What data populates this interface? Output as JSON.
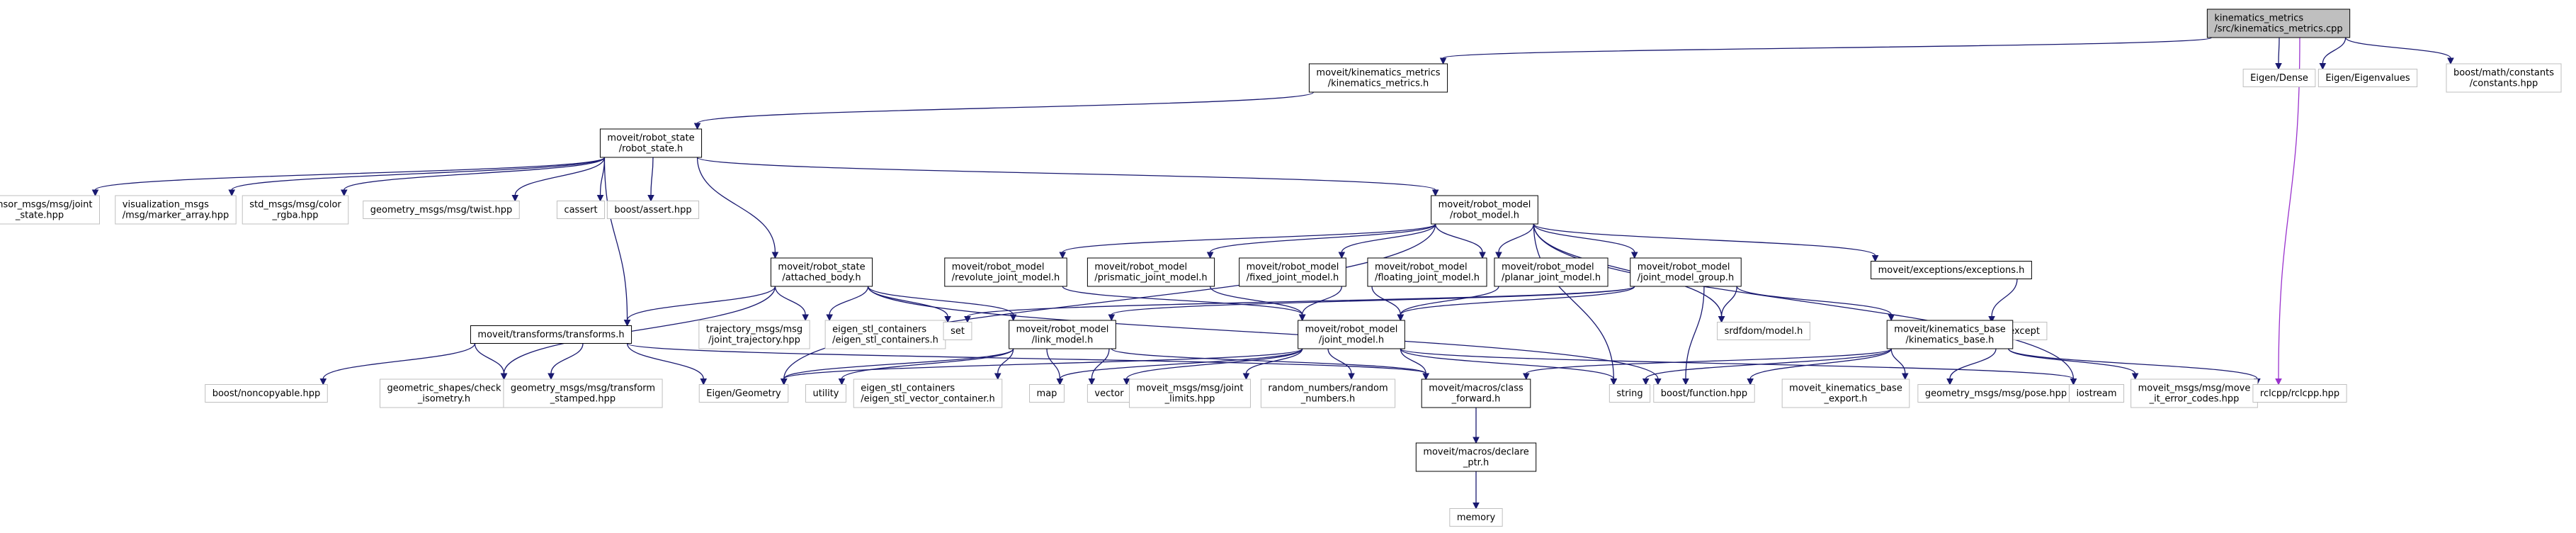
{
  "diagram": {
    "colors": {
      "root_fill": "#bfbfbf",
      "root_stroke": "#000000",
      "documented_stroke": "#000000",
      "external_stroke": "#bfbfbf",
      "node_fill": "#ffffff",
      "text": "#000000",
      "edge": "#191970",
      "edge_to_rclcpp": "#9a32cd"
    },
    "nodes": [
      {
        "id": "root",
        "lines": [
          "kinematics_metrics",
          "/src/kinematics_metrics.cpp"
        ],
        "kind": "root"
      },
      {
        "id": "km_h",
        "lines": [
          "moveit/kinematics_metrics",
          "/kinematics_metrics.h"
        ],
        "kind": "doc"
      },
      {
        "id": "eigen_dense",
        "lines": [
          "Eigen/Dense"
        ],
        "kind": "ext"
      },
      {
        "id": "eigen_eigenvalues",
        "lines": [
          "Eigen/Eigenvalues"
        ],
        "kind": "ext"
      },
      {
        "id": "boost_constants",
        "lines": [
          "boost/math/constants",
          "/constants.hpp"
        ],
        "kind": "ext"
      },
      {
        "id": "robot_state_h",
        "lines": [
          "moveit/robot_state",
          "/robot_state.h"
        ],
        "kind": "doc"
      },
      {
        "id": "sensor_joint_state",
        "lines": [
          "sensor_msgs/msg/joint",
          "_state.hpp"
        ],
        "kind": "ext"
      },
      {
        "id": "vis_marker",
        "lines": [
          "visualization_msgs",
          "/msg/marker_array.hpp"
        ],
        "kind": "ext"
      },
      {
        "id": "std_color",
        "lines": [
          "std_msgs/msg/color",
          "_rgba.hpp"
        ],
        "kind": "ext"
      },
      {
        "id": "geo_twist",
        "lines": [
          "geometry_msgs/msg/twist.hpp"
        ],
        "kind": "ext"
      },
      {
        "id": "cassert",
        "lines": [
          "cassert"
        ],
        "kind": "ext"
      },
      {
        "id": "boost_assert",
        "lines": [
          "boost/assert.hpp"
        ],
        "kind": "ext"
      },
      {
        "id": "robot_model_h",
        "lines": [
          "moveit/robot_model",
          "/robot_model.h"
        ],
        "kind": "doc"
      },
      {
        "id": "attached_body",
        "lines": [
          "moveit/robot_state",
          "/attached_body.h"
        ],
        "kind": "doc"
      },
      {
        "id": "revolute",
        "lines": [
          "moveit/robot_model",
          "/revolute_joint_model.h"
        ],
        "kind": "doc"
      },
      {
        "id": "prismatic",
        "lines": [
          "moveit/robot_model",
          "/prismatic_joint_model.h"
        ],
        "kind": "doc"
      },
      {
        "id": "fixed",
        "lines": [
          "moveit/robot_model",
          "/fixed_joint_model.h"
        ],
        "kind": "doc"
      },
      {
        "id": "floating",
        "lines": [
          "moveit/robot_model",
          "/floating_joint_model.h"
        ],
        "kind": "doc"
      },
      {
        "id": "planar",
        "lines": [
          "moveit/robot_model",
          "/planar_joint_model.h"
        ],
        "kind": "doc"
      },
      {
        "id": "jmg",
        "lines": [
          "moveit/robot_model",
          "/joint_model_group.h"
        ],
        "kind": "doc"
      },
      {
        "id": "exceptions",
        "lines": [
          "moveit/exceptions/exceptions.h"
        ],
        "kind": "doc"
      },
      {
        "id": "stdexcept",
        "lines": [
          "stdexcept"
        ],
        "kind": "ext"
      },
      {
        "id": "transforms",
        "lines": [
          "moveit/transforms/transforms.h"
        ],
        "kind": "doc"
      },
      {
        "id": "traj_msgs",
        "lines": [
          "trajectory_msgs/msg",
          "/joint_trajectory.hpp"
        ],
        "kind": "ext"
      },
      {
        "id": "eigen_stl",
        "lines": [
          "eigen_stl_containers",
          "/eigen_stl_containers.h"
        ],
        "kind": "ext"
      },
      {
        "id": "set",
        "lines": [
          "set"
        ],
        "kind": "ext"
      },
      {
        "id": "link_model",
        "lines": [
          "moveit/robot_model",
          "/link_model.h"
        ],
        "kind": "doc"
      },
      {
        "id": "joint_model",
        "lines": [
          "moveit/robot_model",
          "/joint_model.h"
        ],
        "kind": "doc"
      },
      {
        "id": "srdfdom",
        "lines": [
          "srdfdom/model.h"
        ],
        "kind": "ext"
      },
      {
        "id": "kin_base",
        "lines": [
          "moveit/kinematics_base",
          "/kinematics_base.h"
        ],
        "kind": "doc"
      },
      {
        "id": "boost_noncopyable",
        "lines": [
          "boost/noncopyable.hpp"
        ],
        "kind": "ext"
      },
      {
        "id": "geo_shapes",
        "lines": [
          "geometric_shapes/check",
          "_isometry.h"
        ],
        "kind": "ext"
      },
      {
        "id": "geo_transform",
        "lines": [
          "geometry_msgs/msg/transform",
          "_stamped.hpp"
        ],
        "kind": "ext"
      },
      {
        "id": "eigen_geometry",
        "lines": [
          "Eigen/Geometry"
        ],
        "kind": "ext"
      },
      {
        "id": "utility",
        "lines": [
          "utility"
        ],
        "kind": "ext"
      },
      {
        "id": "eigen_stl_vec",
        "lines": [
          "eigen_stl_containers",
          "/eigen_stl_vector_container.h"
        ],
        "kind": "ext"
      },
      {
        "id": "map",
        "lines": [
          "map"
        ],
        "kind": "ext"
      },
      {
        "id": "vector",
        "lines": [
          "vector"
        ],
        "kind": "ext"
      },
      {
        "id": "joint_limits",
        "lines": [
          "moveit_msgs/msg/joint",
          "_limits.hpp"
        ],
        "kind": "ext"
      },
      {
        "id": "random_numbers",
        "lines": [
          "random_numbers/random",
          "_numbers.h"
        ],
        "kind": "ext"
      },
      {
        "id": "class_forward",
        "lines": [
          "moveit/macros/class",
          "_forward.h"
        ],
        "kind": "doc"
      },
      {
        "id": "string",
        "lines": [
          "string"
        ],
        "kind": "ext"
      },
      {
        "id": "boost_function",
        "lines": [
          "boost/function.hpp"
        ],
        "kind": "ext"
      },
      {
        "id": "kin_base_export",
        "lines": [
          "moveit_kinematics_base",
          "_export.h"
        ],
        "kind": "ext"
      },
      {
        "id": "geo_pose",
        "lines": [
          "geometry_msgs/msg/pose.hpp"
        ],
        "kind": "ext"
      },
      {
        "id": "iostream",
        "lines": [
          "iostream"
        ],
        "kind": "ext"
      },
      {
        "id": "move_it_error",
        "lines": [
          "moveit_msgs/msg/move",
          "_it_error_codes.hpp"
        ],
        "kind": "ext"
      },
      {
        "id": "rclcpp",
        "lines": [
          "rclcpp/rclcpp.hpp"
        ],
        "kind": "ext"
      },
      {
        "id": "declare_ptr",
        "lines": [
          "moveit/macros/declare",
          "_ptr.h"
        ],
        "kind": "doc"
      },
      {
        "id": "memory",
        "lines": [
          "memory"
        ],
        "kind": "ext"
      }
    ],
    "edges": [
      [
        "root",
        "km_h"
      ],
      [
        "root",
        "eigen_dense"
      ],
      [
        "root",
        "eigen_eigenvalues"
      ],
      [
        "root",
        "boost_constants"
      ],
      [
        "root",
        "rclcpp"
      ],
      [
        "km_h",
        "robot_state_h"
      ],
      [
        "robot_state_h",
        "sensor_joint_state"
      ],
      [
        "robot_state_h",
        "vis_marker"
      ],
      [
        "robot_state_h",
        "std_color"
      ],
      [
        "robot_state_h",
        "geo_twist"
      ],
      [
        "robot_state_h",
        "cassert"
      ],
      [
        "robot_state_h",
        "boost_assert"
      ],
      [
        "robot_state_h",
        "robot_model_h"
      ],
      [
        "robot_state_h",
        "attached_body"
      ],
      [
        "robot_state_h",
        "transforms"
      ],
      [
        "robot_model_h",
        "revolute"
      ],
      [
        "robot_model_h",
        "prismatic"
      ],
      [
        "robot_model_h",
        "fixed"
      ],
      [
        "robot_model_h",
        "floating"
      ],
      [
        "robot_model_h",
        "planar"
      ],
      [
        "robot_model_h",
        "jmg"
      ],
      [
        "robot_model_h",
        "exceptions"
      ],
      [
        "robot_model_h",
        "srdfdom"
      ],
      [
        "robot_model_h",
        "iostream"
      ],
      [
        "robot_model_h",
        "eigen_geometry"
      ],
      [
        "robot_model_h",
        "string"
      ],
      [
        "attached_body",
        "transforms"
      ],
      [
        "attached_body",
        "traj_msgs"
      ],
      [
        "attached_body",
        "eigen_stl"
      ],
      [
        "attached_body",
        "set"
      ],
      [
        "attached_body",
        "link_model"
      ],
      [
        "attached_body",
        "geo_shapes"
      ],
      [
        "attached_body",
        "boost_function"
      ],
      [
        "revolute",
        "joint_model"
      ],
      [
        "prismatic",
        "joint_model"
      ],
      [
        "fixed",
        "joint_model"
      ],
      [
        "floating",
        "joint_model"
      ],
      [
        "planar",
        "joint_model"
      ],
      [
        "jmg",
        "joint_model"
      ],
      [
        "jmg",
        "link_model"
      ],
      [
        "jmg",
        "kin_base"
      ],
      [
        "jmg",
        "srdfdom"
      ],
      [
        "jmg",
        "set"
      ],
      [
        "jmg",
        "boost_function"
      ],
      [
        "exceptions",
        "stdexcept"
      ],
      [
        "transforms",
        "boost_noncopyable"
      ],
      [
        "transforms",
        "geo_shapes"
      ],
      [
        "transforms",
        "geo_transform"
      ],
      [
        "transforms",
        "eigen_geometry"
      ],
      [
        "transforms",
        "class_forward"
      ],
      [
        "link_model",
        "class_forward"
      ],
      [
        "link_model",
        "eigen_geometry"
      ],
      [
        "link_model",
        "utility"
      ],
      [
        "link_model",
        "eigen_stl_vec"
      ],
      [
        "link_model",
        "map"
      ],
      [
        "link_model",
        "vector"
      ],
      [
        "joint_model",
        "class_forward"
      ],
      [
        "joint_model",
        "eigen_geometry"
      ],
      [
        "joint_model",
        "map"
      ],
      [
        "joint_model",
        "vector"
      ],
      [
        "joint_model",
        "joint_limits"
      ],
      [
        "joint_model",
        "random_numbers"
      ],
      [
        "joint_model",
        "string"
      ],
      [
        "joint_model",
        "iostream"
      ],
      [
        "kin_base",
        "class_forward"
      ],
      [
        "kin_base",
        "string"
      ],
      [
        "kin_base",
        "boost_function"
      ],
      [
        "kin_base",
        "kin_base_export"
      ],
      [
        "kin_base",
        "geo_pose"
      ],
      [
        "kin_base",
        "move_it_error"
      ],
      [
        "kin_base",
        "rclcpp"
      ],
      [
        "class_forward",
        "declare_ptr"
      ],
      [
        "declare_ptr",
        "memory"
      ]
    ]
  }
}
